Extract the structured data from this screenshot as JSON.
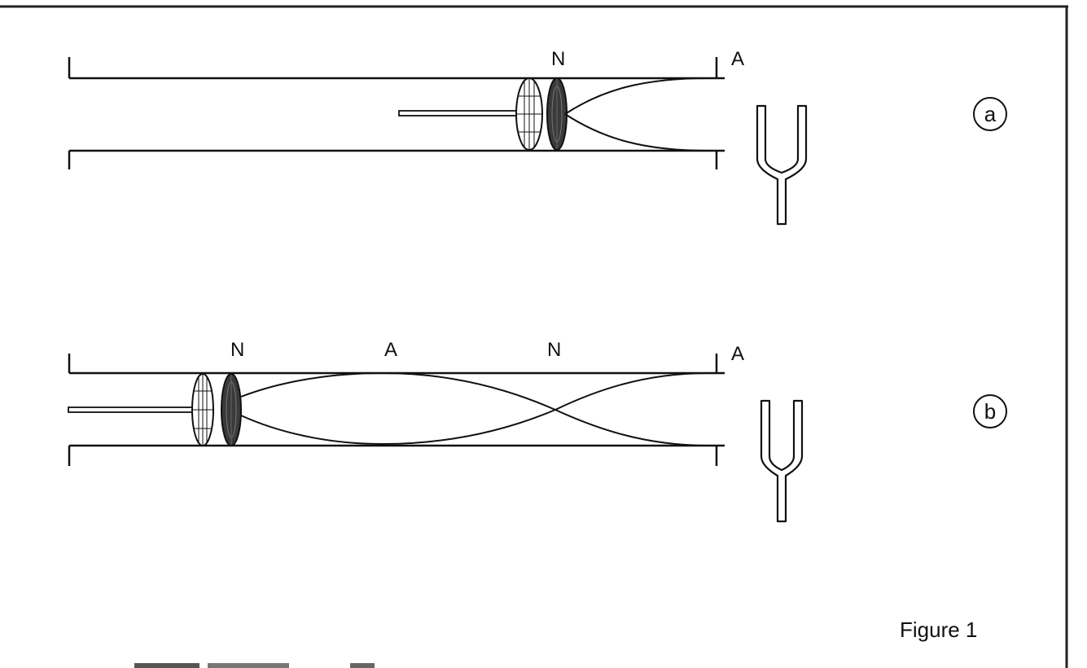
{
  "figure": {
    "caption": "Figure 1",
    "panel_a": {
      "id": "a",
      "node_labels": {
        "piston_node": "N",
        "open_end": "A"
      }
    },
    "panel_b": {
      "id": "b",
      "node_labels": {
        "piston_node": "N",
        "antinode_middle": "A",
        "node_middle": "N",
        "open_end": "A"
      }
    }
  }
}
